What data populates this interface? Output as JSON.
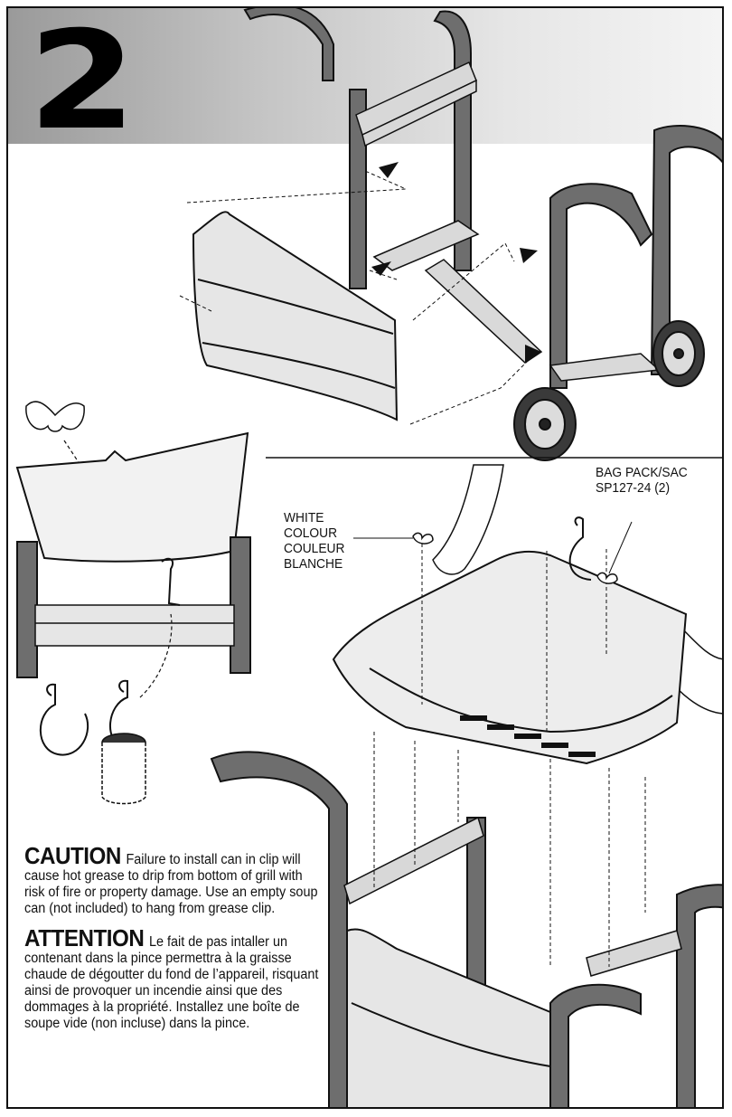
{
  "step": {
    "number": "2"
  },
  "labels": {
    "white_colour": [
      "WHITE",
      "COLOUR",
      "COULEUR",
      "BLANCHE"
    ],
    "bag_pack": [
      "BAG PACK/SAC",
      "SP127-24 (2)"
    ]
  },
  "caution": {
    "heading": "CAUTION",
    "text": "Failure to install can in clip will cause hot grease to drip from bottom of grill with risk of fire or property damage. Use an empty soup can (not included) to hang from grease clip."
  },
  "attention": {
    "heading": "ATTENTION",
    "text": "Le fait de pas intaller un contenant dans la pince permettra à la graisse chaude de dégoutter du fond de l’appareil, risquant ainsi de provoquer un incendie ainsi que des dommages à la propriété. Installez une boîte de soupe vide (non incluse) dans la pince."
  },
  "colors": {
    "ink": "#111111",
    "tube": "#6e6e6e",
    "panel": "#e6e6e6",
    "band_dark": "#9a9a9a"
  }
}
